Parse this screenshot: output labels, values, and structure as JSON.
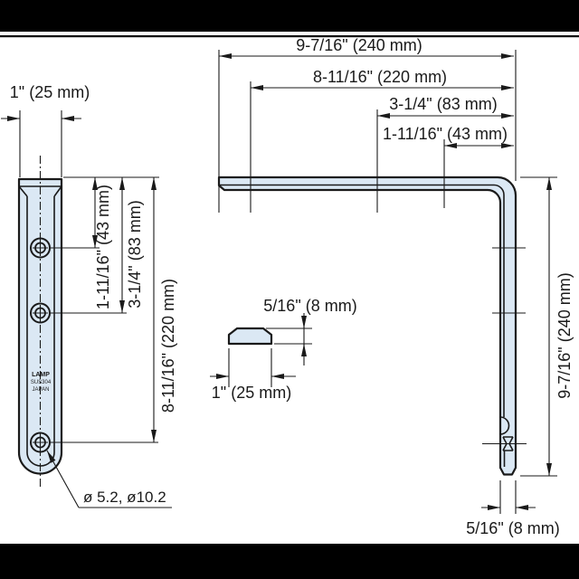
{
  "drawing": {
    "type": "technical-drawing",
    "subject": "L-shaped shelf bracket, three views with dimensions",
    "colors": {
      "part_fill": "#dbe8f4",
      "line": "#1a1a1a",
      "frame_bar": "#000000",
      "background": "#ffffff"
    },
    "views": {
      "front": {
        "width_dim": "1\" (25 mm)",
        "hole1_dim": "1-11/16\" (43 mm)",
        "hole2_dim": "3-1/4\" (83 mm)",
        "hole3_dim": "8-11/16\" (220 mm)",
        "hole_note": "ø 5.2, ø10.2",
        "brand_line1": "LAMP",
        "brand_line2": "SUS304",
        "brand_line3": "JAPAN"
      },
      "section": {
        "thickness_dim": "5/16\" (8 mm)",
        "width_dim": "1\" (25 mm)"
      },
      "side": {
        "length_dim": "9-7/16\" (240 mm)",
        "span220_dim": "8-11/16\" (220 mm)",
        "span83_dim": "3-1/4\" (83 mm)",
        "span43_dim": "1-11/16\" (43 mm)",
        "height_dim": "9-7/16\" (240 mm)",
        "thickness_dim": "5/16\" (8 mm)"
      }
    }
  }
}
